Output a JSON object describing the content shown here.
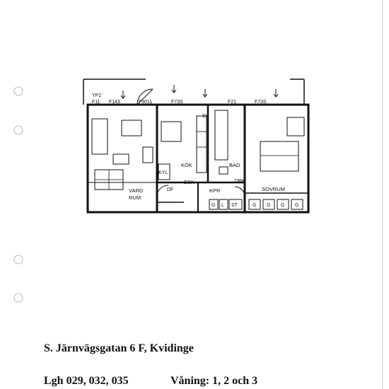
{
  "plan": {
    "labels": {
      "yp2": "YP2",
      "f11": "F11",
      "f143": "F143",
      "f3011": "F3011",
      "f73s_left": "F73S",
      "f21": "F21",
      "f73s_right": "F73S",
      "sk": "SK",
      "kok": "KÖK",
      "kyl": "KYL",
      "bad": "BAD",
      "df": "DF",
      "dsk": "DSK",
      "dbk": "DBK",
      "vardagsrum_1": "VARD",
      "vardagsrum_2": "RUM",
      "kpr": "KPR",
      "sovrum": "SOVRUM",
      "closets": [
        "G",
        "L",
        "ST",
        "G",
        "G",
        "G",
        "G"
      ]
    }
  },
  "document": {
    "address": "S. Järnvägsgatan 6 F, Kvidinge",
    "apartments": "Lgh 029, 032, 035",
    "floors": "Våning: 1, 2 och 3"
  }
}
